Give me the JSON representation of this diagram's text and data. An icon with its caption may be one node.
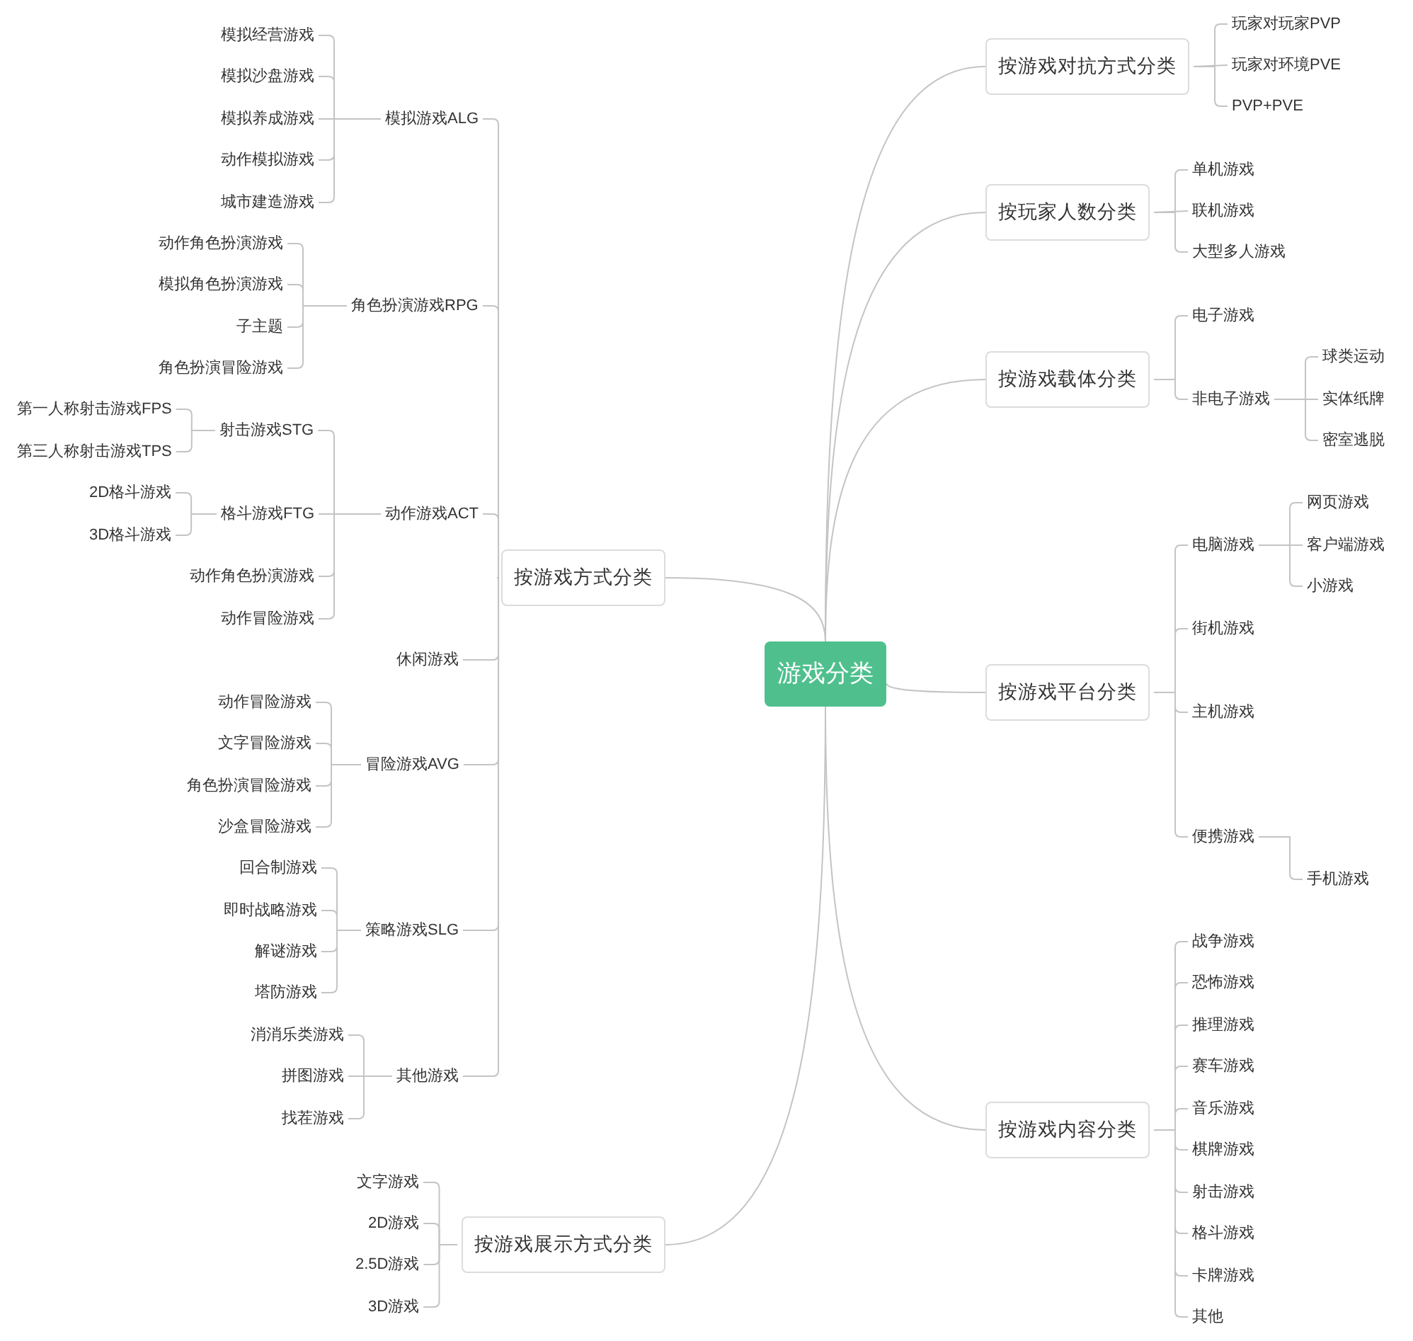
{
  "diagram": {
    "nodes": [
      {
        "text": [
          "游戏分类"
        ]
      },
      {
        "text": [
          "按游戏对抗方式分类"
        ]
      },
      {
        "text": [
          "玩家对玩家PVP"
        ]
      },
      {
        "text": [
          "玩家对环境PVE"
        ]
      },
      {
        "text": [
          "PVP+PVE"
        ]
      },
      {
        "text": [
          "按玩家人数分类"
        ]
      },
      {
        "text": [
          "单机游戏"
        ]
      },
      {
        "text": [
          "联机游戏"
        ]
      },
      {
        "text": [
          "大型多人游戏"
        ]
      },
      {
        "text": [
          "按游戏载体分类"
        ]
      },
      {
        "text": [
          "电子游戏"
        ]
      },
      {
        "text": [
          "非电子游戏"
        ]
      },
      {
        "text": [
          "球类运动"
        ]
      },
      {
        "text": [
          "实体纸牌"
        ]
      },
      {
        "text": [
          "密室逃脱"
        ]
      },
      {
        "text": [
          "按游戏平台分类"
        ]
      },
      {
        "text": [
          "电脑游戏"
        ]
      },
      {
        "text": [
          "网页游戏"
        ]
      },
      {
        "text": [
          "客户端游戏"
        ]
      },
      {
        "text": [
          "小游戏"
        ]
      },
      {
        "text": [
          "街机游戏"
        ]
      },
      {
        "text": [
          "主机游戏"
        ]
      },
      {
        "text": [
          "便携游戏"
        ]
      },
      {
        "text": [
          "手机游戏"
        ]
      },
      {
        "text": [
          "按游戏内容分类"
        ]
      },
      {
        "text": [
          "战争游戏"
        ]
      },
      {
        "text": [
          "恐怖游戏"
        ]
      },
      {
        "text": [
          "推理游戏"
        ]
      },
      {
        "text": [
          "赛车游戏"
        ]
      },
      {
        "text": [
          "音乐游戏"
        ]
      },
      {
        "text": [
          "棋牌游戏"
        ]
      },
      {
        "text": [
          "射击游戏"
        ]
      },
      {
        "text": [
          "格斗游戏"
        ]
      },
      {
        "text": [
          "卡牌游戏"
        ]
      },
      {
        "text": [
          "其他"
        ]
      },
      {
        "text": [
          "按游戏方式分类"
        ]
      },
      {
        "text": [
          "模拟游戏ALG"
        ]
      },
      {
        "text": [
          "模拟经营游戏"
        ]
      },
      {
        "text": [
          "模拟沙盘游戏"
        ]
      },
      {
        "text": [
          "模拟养成游戏"
        ]
      },
      {
        "text": [
          "动作模拟游戏"
        ]
      },
      {
        "text": [
          "城市建造游戏"
        ]
      },
      {
        "text": [
          "角色扮演游戏RPG"
        ]
      },
      {
        "text": [
          "动作角色扮演游戏"
        ]
      },
      {
        "text": [
          "模拟角色扮演游戏"
        ]
      },
      {
        "text": [
          "子主题"
        ]
      },
      {
        "text": [
          "角色扮演冒险游戏"
        ]
      },
      {
        "text": [
          "动作游戏ACT"
        ]
      },
      {
        "text": [
          "射击游戏STG"
        ]
      },
      {
        "text": [
          "第一人称射击游戏FPS"
        ]
      },
      {
        "text": [
          "第三人称射击游戏TPS"
        ]
      },
      {
        "text": [
          "格斗游戏FTG"
        ]
      },
      {
        "text": [
          "2D格斗游戏"
        ]
      },
      {
        "text": [
          "3D格斗游戏"
        ]
      },
      {
        "text": [
          "动作角色扮演游戏"
        ]
      },
      {
        "text": [
          "动作冒险游戏"
        ]
      },
      {
        "text": [
          "休闲游戏"
        ]
      },
      {
        "text": [
          "冒险游戏AVG"
        ]
      },
      {
        "text": [
          "动作冒险游戏"
        ]
      },
      {
        "text": [
          "文字冒险游戏"
        ]
      },
      {
        "text": [
          "角色扮演冒险游戏"
        ]
      },
      {
        "text": [
          "沙盒冒险游戏"
        ]
      },
      {
        "text": [
          "策略游戏SLG"
        ]
      },
      {
        "text": [
          "回合制游戏"
        ]
      },
      {
        "text": [
          "即时战略游戏"
        ]
      },
      {
        "text": [
          "解谜游戏"
        ]
      },
      {
        "text": [
          "塔防游戏"
        ]
      },
      {
        "text": [
          "其他游戏"
        ]
      },
      {
        "text": [
          "消消乐类游戏"
        ]
      },
      {
        "text": [
          "拼图游戏"
        ]
      },
      {
        "text": [
          "找茬游戏"
        ]
      },
      {
        "text": [
          "按游戏展示方式分类"
        ]
      },
      {
        "text": [
          "文字游戏"
        ]
      },
      {
        "text": [
          "2D游戏"
        ]
      },
      {
        "text": [
          "2.5D游戏"
        ]
      },
      {
        "text": [
          "3D游戏"
        ]
      }
    ],
    "edges": [
      {
        "from": 0,
        "to": 1,
        "arrow": "none"
      },
      {
        "from": 1,
        "to": 2,
        "arrow": "none"
      },
      {
        "from": 1,
        "to": 3,
        "arrow": "none"
      },
      {
        "from": 1,
        "to": 4,
        "arrow": "none"
      },
      {
        "from": 0,
        "to": 5,
        "arrow": "none"
      },
      {
        "from": 5,
        "to": 6,
        "arrow": "none"
      },
      {
        "from": 5,
        "to": 7,
        "arrow": "none"
      },
      {
        "from": 5,
        "to": 8,
        "arrow": "none"
      },
      {
        "from": 0,
        "to": 9,
        "arrow": "none"
      },
      {
        "from": 9,
        "to": 10,
        "arrow": "none"
      },
      {
        "from": 9,
        "to": 11,
        "arrow": "none"
      },
      {
        "from": 11,
        "to": 12,
        "arrow": "none"
      },
      {
        "from": 11,
        "to": 13,
        "arrow": "none"
      },
      {
        "from": 11,
        "to": 14,
        "arrow": "none"
      },
      {
        "from": 0,
        "to": 15,
        "arrow": "none"
      },
      {
        "from": 15,
        "to": 16,
        "arrow": "none"
      },
      {
        "from": 16,
        "to": 17,
        "arrow": "none"
      },
      {
        "from": 16,
        "to": 18,
        "arrow": "none"
      },
      {
        "from": 16,
        "to": 19,
        "arrow": "none"
      },
      {
        "from": 15,
        "to": 20,
        "arrow": "none"
      },
      {
        "from": 15,
        "to": 21,
        "arrow": "none"
      },
      {
        "from": 15,
        "to": 22,
        "arrow": "none"
      },
      {
        "from": 22,
        "to": 23,
        "arrow": "none"
      },
      {
        "from": 0,
        "to": 24,
        "arrow": "none"
      },
      {
        "from": 24,
        "to": 25,
        "arrow": "none"
      },
      {
        "from": 24,
        "to": 26,
        "arrow": "none"
      },
      {
        "from": 24,
        "to": 27,
        "arrow": "none"
      },
      {
        "from": 24,
        "to": 28,
        "arrow": "none"
      },
      {
        "from": 24,
        "to": 29,
        "arrow": "none"
      },
      {
        "from": 24,
        "to": 30,
        "arrow": "none"
      },
      {
        "from": 24,
        "to": 31,
        "arrow": "none"
      },
      {
        "from": 24,
        "to": 32,
        "arrow": "none"
      },
      {
        "from": 24,
        "to": 33,
        "arrow": "none"
      },
      {
        "from": 24,
        "to": 34,
        "arrow": "none"
      },
      {
        "from": 0,
        "to": 35,
        "arrow": "none"
      },
      {
        "from": 35,
        "to": 36,
        "arrow": "none"
      },
      {
        "from": 36,
        "to": 37,
        "arrow": "none"
      },
      {
        "from": 36,
        "to": 38,
        "arrow": "none"
      },
      {
        "from": 36,
        "to": 39,
        "arrow": "none"
      },
      {
        "from": 36,
        "to": 40,
        "arrow": "none"
      },
      {
        "from": 36,
        "to": 41,
        "arrow": "none"
      },
      {
        "from": 35,
        "to": 42,
        "arrow": "none"
      },
      {
        "from": 42,
        "to": 43,
        "arrow": "none"
      },
      {
        "from": 42,
        "to": 44,
        "arrow": "none"
      },
      {
        "from": 42,
        "to": 45,
        "arrow": "none"
      },
      {
        "from": 42,
        "to": 46,
        "arrow": "none"
      },
      {
        "from": 35,
        "to": 47,
        "arrow": "none"
      },
      {
        "from": 47,
        "to": 48,
        "arrow": "none"
      },
      {
        "from": 48,
        "to": 49,
        "arrow": "none"
      },
      {
        "from": 48,
        "to": 50,
        "arrow": "none"
      },
      {
        "from": 47,
        "to": 51,
        "arrow": "none"
      },
      {
        "from": 51,
        "to": 52,
        "arrow": "none"
      },
      {
        "from": 51,
        "to": 53,
        "arrow": "none"
      },
      {
        "from": 47,
        "to": 54,
        "arrow": "none"
      },
      {
        "from": 47,
        "to": 55,
        "arrow": "none"
      },
      {
        "from": 35,
        "to": 56,
        "arrow": "none"
      },
      {
        "from": 35,
        "to": 57,
        "arrow": "none"
      },
      {
        "from": 57,
        "to": 58,
        "arrow": "none"
      },
      {
        "from": 57,
        "to": 59,
        "arrow": "none"
      },
      {
        "from": 57,
        "to": 60,
        "arrow": "none"
      },
      {
        "from": 57,
        "to": 61,
        "arrow": "none"
      },
      {
        "from": 35,
        "to": 62,
        "arrow": "none"
      },
      {
        "from": 62,
        "to": 63,
        "arrow": "none"
      },
      {
        "from": 62,
        "to": 64,
        "arrow": "none"
      },
      {
        "from": 62,
        "to": 65,
        "arrow": "none"
      },
      {
        "from": 62,
        "to": 66,
        "arrow": "none"
      },
      {
        "from": 35,
        "to": 67,
        "arrow": "none"
      },
      {
        "from": 67,
        "to": 68,
        "arrow": "none"
      },
      {
        "from": 67,
        "to": 69,
        "arrow": "none"
      },
      {
        "from": 67,
        "to": 70,
        "arrow": "none"
      },
      {
        "from": 0,
        "to": 71,
        "arrow": "none"
      },
      {
        "from": 71,
        "to": 72,
        "arrow": "none"
      },
      {
        "from": 71,
        "to": 73,
        "arrow": "none"
      },
      {
        "from": 71,
        "to": 74,
        "arrow": "none"
      },
      {
        "from": 71,
        "to": 75,
        "arrow": "none"
      }
    ]
  }
}
